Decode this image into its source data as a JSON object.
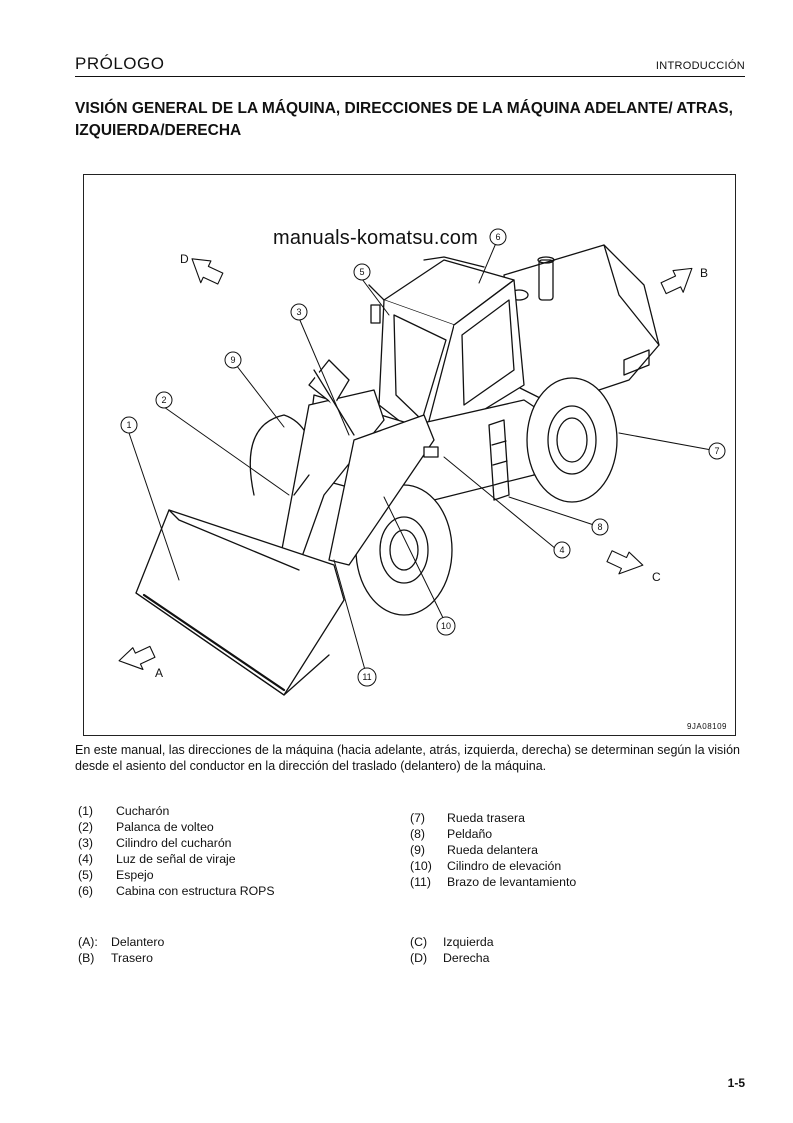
{
  "header": {
    "section": "PRÓLOGO",
    "chapter": "INTRODUCCIÓN"
  },
  "title": "VISIÓN GENERAL DE LA MÁQUINA, DIRECCIONES DE LA MÁQUINA ADELANTE/ ATRAS, IZQUIERDA/DERECHA",
  "figure": {
    "watermark": "manuals-komatsu.com",
    "code": "9JA08109",
    "direction_labels": [
      "A",
      "B",
      "C",
      "D"
    ],
    "callouts": [
      "1",
      "2",
      "3",
      "4",
      "5",
      "6",
      "7",
      "8",
      "9",
      "10",
      "11"
    ]
  },
  "intro": "En este manual, las direcciones de la máquina (hacia adelante, atrás, izquierda, derecha) se determinan según la visión desde el asiento del conductor en la dirección del traslado (delantero) de la máquina.",
  "parts_left": [
    {
      "num": "(1)",
      "label": "Cucharón"
    },
    {
      "num": "(2)",
      "label": "Palanca de volteo"
    },
    {
      "num": "(3)",
      "label": "Cilindro del cucharón"
    },
    {
      "num": "(4)",
      "label": "Luz de señal de viraje"
    },
    {
      "num": "(5)",
      "label": "Espejo"
    },
    {
      "num": "(6)",
      "label": "Cabina con estructura ROPS"
    }
  ],
  "parts_right": [
    {
      "num": "(7)",
      "label": "Rueda trasera"
    },
    {
      "num": "(8)",
      "label": "Peldaño"
    },
    {
      "num": "(9)",
      "label": "Rueda delantera"
    },
    {
      "num": "(10)",
      "label": "Cilindro de elevación"
    },
    {
      "num": "(11)",
      "label": "Brazo de levantamiento"
    }
  ],
  "dirs_left": [
    {
      "num": "(A):",
      "label": "Delantero"
    },
    {
      "num": "(B)",
      "label": "Trasero"
    }
  ],
  "dirs_right": [
    {
      "num": "(C)",
      "label": "Izquierda"
    },
    {
      "num": "(D)",
      "label": "Derecha"
    }
  ],
  "page_number": "1-5"
}
